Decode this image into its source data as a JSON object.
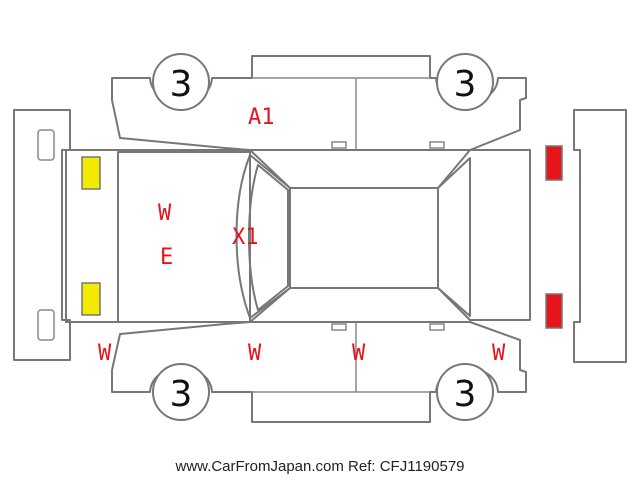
{
  "diagram": {
    "tire_labels": {
      "front_left": "3",
      "front_right": "3",
      "rear_left": "3",
      "rear_right": "3"
    },
    "marks": {
      "a1": "A1",
      "x1": "X1",
      "w_upper": "W",
      "e_lower": "E",
      "w_bottom_1": "W",
      "w_bottom_2": "W",
      "w_bottom_3": "W",
      "w_bottom_4": "W"
    },
    "colors": {
      "mark": "#e8141c",
      "headlight": "#f2ea00",
      "taillight": "#e8141c",
      "outline": "#777777"
    }
  },
  "footer": {
    "watermark": "www.CarFromJapan.com Ref: CFJ1190579"
  }
}
